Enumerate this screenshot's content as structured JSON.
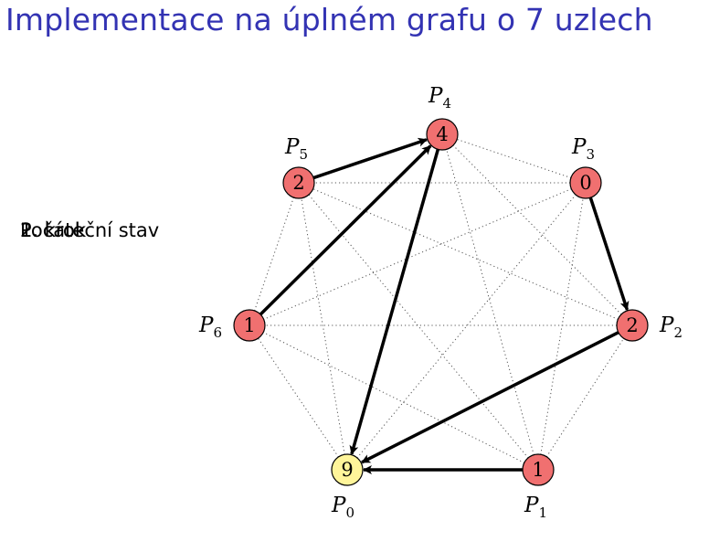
{
  "title": "Implementace na úplném grafu o 7 uzlech",
  "overlay_labels": [
    "Počáteční stav",
    "1. krok",
    "2. krok"
  ],
  "colors": {
    "title": "#3333b3",
    "node_default": "#f07070",
    "node_highlight": "#fff59a",
    "edge_solid": "#000000",
    "edge_dotted": "#555555"
  },
  "nodes": [
    {
      "id": "P0",
      "name": "P",
      "sub": "0",
      "value": "9",
      "highlight": true
    },
    {
      "id": "P1",
      "name": "P",
      "sub": "1",
      "value": "1",
      "highlight": false
    },
    {
      "id": "P2",
      "name": "P",
      "sub": "2",
      "value": "2",
      "highlight": false
    },
    {
      "id": "P3",
      "name": "P",
      "sub": "3",
      "value": "0",
      "highlight": false
    },
    {
      "id": "P4",
      "name": "P",
      "sub": "4",
      "value": "4",
      "highlight": false
    },
    {
      "id": "P5",
      "name": "P",
      "sub": "5",
      "value": "2",
      "highlight": false
    },
    {
      "id": "P6",
      "name": "P",
      "sub": "6",
      "value": "1",
      "highlight": false
    }
  ],
  "arrows": [
    {
      "from": "P5",
      "to": "P4"
    },
    {
      "from": "P6",
      "to": "P4"
    },
    {
      "from": "P4",
      "to": "P0"
    },
    {
      "from": "P3",
      "to": "P2"
    },
    {
      "from": "P2",
      "to": "P0"
    },
    {
      "from": "P1",
      "to": "P0"
    }
  ]
}
